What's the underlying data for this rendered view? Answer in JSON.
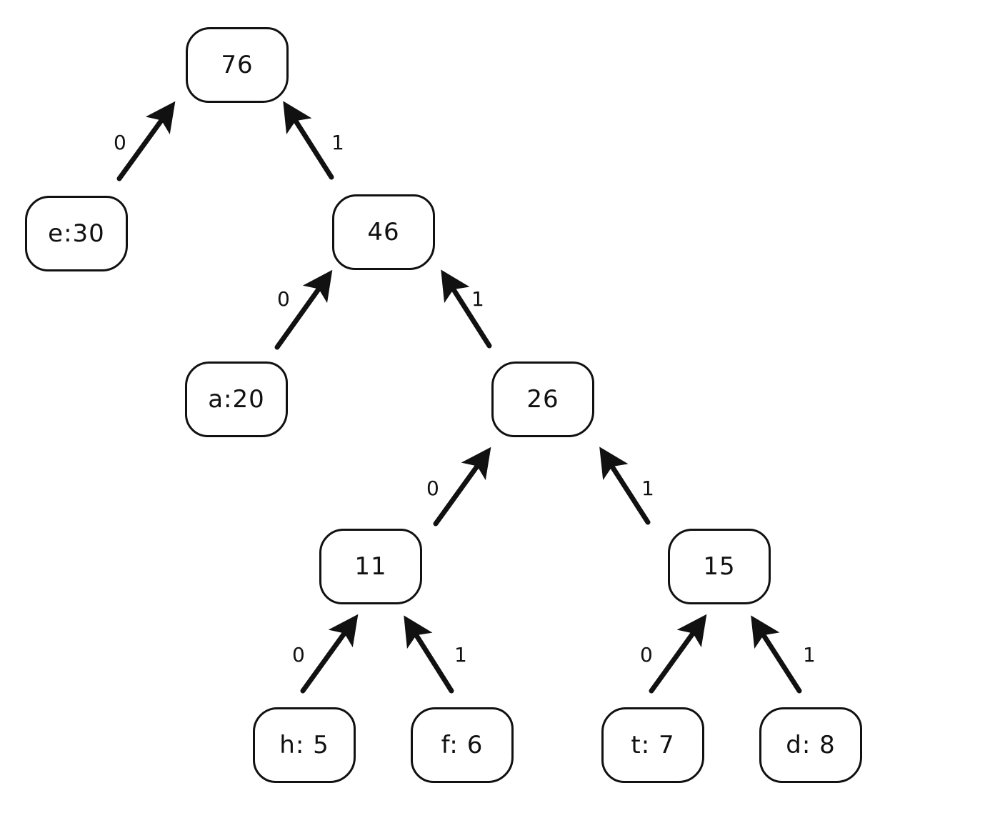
{
  "nodes": {
    "root": "76",
    "e": "e:30",
    "n46": "46",
    "a": "a:20",
    "n26": "26",
    "n11": "11",
    "n15": "15",
    "h": "h: 5",
    "f": "f: 6",
    "t": "t: 7",
    "d": "d: 8"
  },
  "edges": {
    "e_root": "0",
    "n46_root": "1",
    "a_n46": "0",
    "n26_n46": "1",
    "n11_n26": "0",
    "n15_n26": "1",
    "h_n11": "0",
    "f_n11": "1",
    "t_n15": "0",
    "d_n15": "1"
  },
  "colors": {
    "stroke": "#111111",
    "background": "#ffffff"
  }
}
